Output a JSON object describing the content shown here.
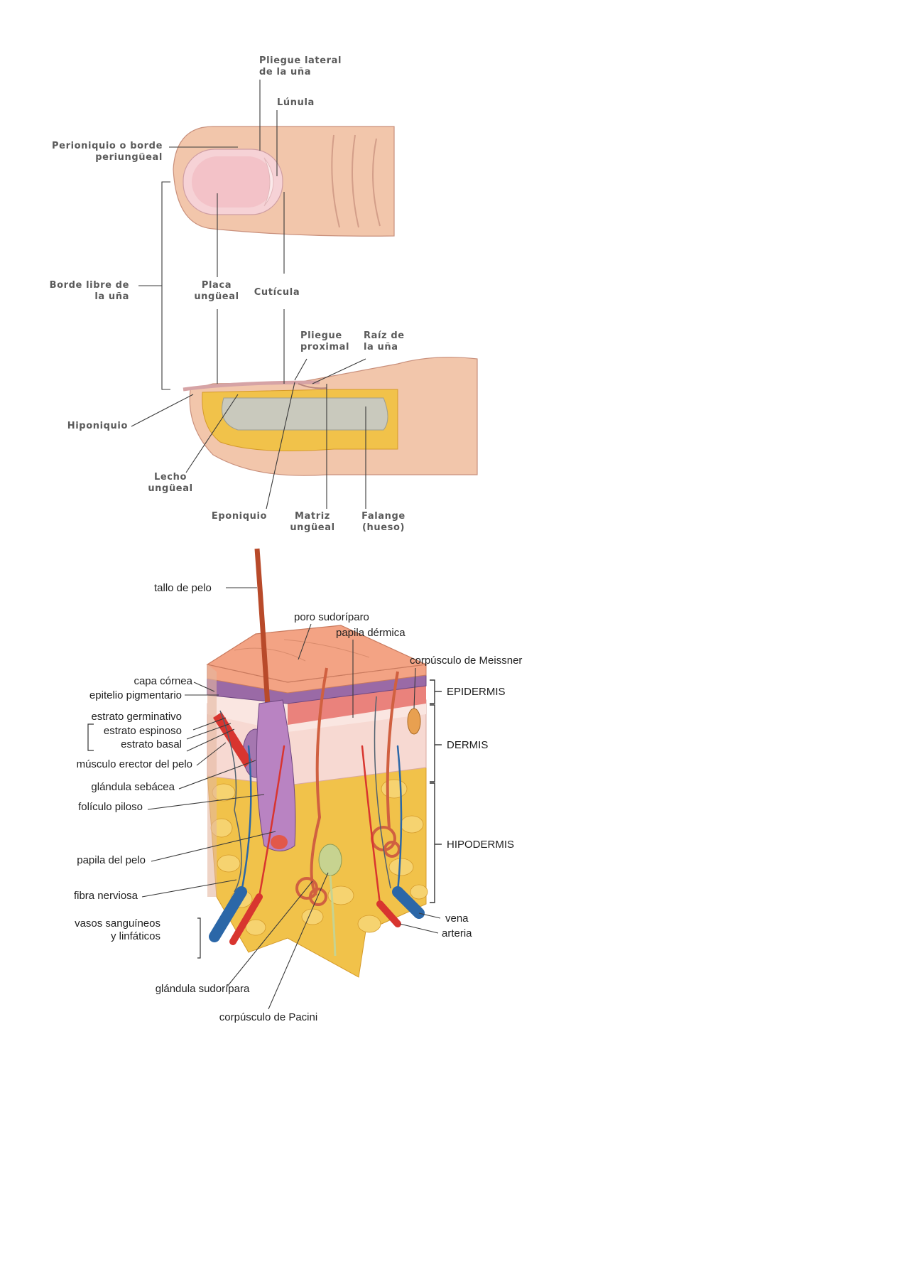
{
  "nail_diagram": {
    "labels": {
      "lateral_fold": [
        "Pliegue lateral",
        "de la uña"
      ],
      "lunula": [
        "Lúnula"
      ],
      "perionychium": [
        "Perioniquio o borde",
        "periungüeal"
      ],
      "free_edge": [
        "Borde libre de",
        "la uña"
      ],
      "nail_plate": [
        "Placa",
        "ungüeal"
      ],
      "cuticle": [
        "Cutícula"
      ],
      "proximal_fold": [
        "Pliegue",
        "proximal"
      ],
      "nail_root": [
        "Raíz de",
        "la uña"
      ],
      "hyponychium": [
        "Hiponiquio"
      ],
      "nail_bed": [
        "Lecho",
        "ungüeal"
      ],
      "eponychium": [
        "Eponiquio"
      ],
      "matrix": [
        "Matriz",
        "ungüeal"
      ],
      "phalanx": [
        "Falange",
        "(hueso)"
      ]
    }
  },
  "skin_diagram": {
    "labels": {
      "hair_shaft": [
        "tallo de pelo"
      ],
      "sweat_pore": [
        "poro sudoríparo"
      ],
      "dermal_papilla": [
        "papila dérmica"
      ],
      "meissner": [
        "corpúsculo de Meissner"
      ],
      "stratum_corneum": [
        "capa córnea"
      ],
      "pigment_epithelium": [
        "epitelio pigmentario"
      ],
      "stratum_germinativum": [
        "estrato germinativo"
      ],
      "stratum_spinosum": [
        "estrato espinoso"
      ],
      "stratum_basale": [
        "estrato basal"
      ],
      "arrector_pili": [
        "músculo erector del pelo"
      ],
      "sebaceous_gland": [
        "glándula sebácea"
      ],
      "hair_follicle": [
        "folículo piloso"
      ],
      "hair_papilla": [
        "papila del pelo"
      ],
      "nerve_fiber": [
        "fibra nerviosa"
      ],
      "vessels": [
        "vasos sanguíneos",
        "y linfáticos"
      ],
      "sweat_gland": [
        "glándula sudorípara"
      ],
      "pacini": [
        "corpúsculo de Pacini"
      ],
      "epidermis": [
        "EPIDERMIS"
      ],
      "dermis": [
        "DERMIS"
      ],
      "hypodermis": [
        "HIPODERMIS"
      ],
      "vein": [
        "vena"
      ],
      "artery": [
        "arteria"
      ]
    }
  },
  "colors": {
    "skin_tone": "#f2c6ab",
    "nail_pink": "#f6d2d6",
    "fat_yellow": "#f1c24a",
    "bone_grey": "#c9c9bd",
    "epidermis_pink": "#f3a384",
    "pigment_purple": "#9a6aa6",
    "vein_blue": "#2b67a8",
    "artery_red": "#d8352f"
  }
}
